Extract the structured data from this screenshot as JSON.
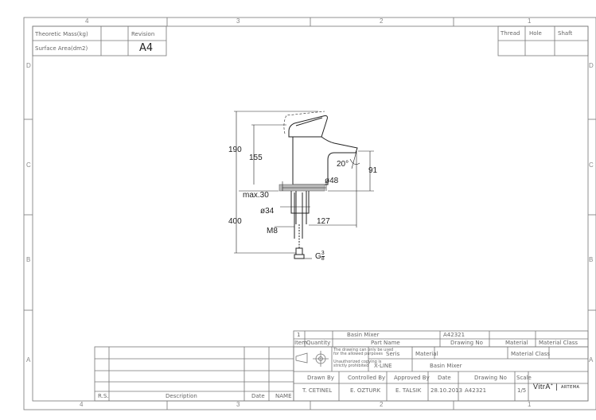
{
  "border": {
    "top_numbers": [
      "4",
      "3",
      "2",
      "1"
    ],
    "bottom_numbers": [
      "4",
      "3",
      "2",
      "1"
    ],
    "left_letters": [
      "D",
      "C",
      "B",
      "A"
    ],
    "right_letters": [
      "D",
      "C",
      "B",
      "A"
    ]
  },
  "top_left_table": {
    "theoretic_mass": "Theoretic Mass(kg)",
    "surface_area": "Surface Area(dm2)",
    "revision": "Revision",
    "sheet_size": "A4"
  },
  "top_right_table": {
    "thread": "Thread",
    "hole": "Hole",
    "shaft": "Shaft"
  },
  "dimensions": {
    "d190": "190",
    "d155": "155",
    "d20": "20°",
    "d91": "91",
    "d48": "ø48",
    "max30": "max.30",
    "d400": "400",
    "d34": "ø34",
    "d127": "127",
    "m8": "M8",
    "g38_prefix": "G",
    "g38_num": "3",
    "g38_den": "8"
  },
  "parts_list": {
    "row_index": "1",
    "row_name": "Basin Mixer",
    "row_code": "A42321",
    "item": "Item",
    "quantity": "Quantity",
    "part_name": "Part Name",
    "drawing_no": "Drawing No",
    "material": "Material",
    "material_class": "Material Class"
  },
  "title_block": {
    "note": [
      "The drawing can only be used",
      "for the allowed purposes",
      "Unauthorized copying is",
      "strictly prohibited"
    ],
    "series_label": "Seris",
    "series_value": "X-LINE",
    "material_label": "Material",
    "material_class_label": "Material Class",
    "product": "Basin Mixer",
    "drawn_by_label": "Drawn By",
    "controlled_by_label": "Controlled By",
    "approved_by_label": "Approved By",
    "date_label": "Date",
    "drawing_no_label": "Drawing No",
    "scale_label": "Scale",
    "drawn_by": "T. CETINEL",
    "controlled_by": "E. OZTURK",
    "approved_by": "E. TALSIK",
    "date": "28.10.2013",
    "drawing_no": "A42321",
    "scale": "1/5",
    "brand_vitra": "VitrA",
    "brand_artema": "ARTEMA"
  },
  "revision_block": {
    "rs": "R.S.",
    "description": "Description",
    "date": "Date",
    "name": "NAME"
  }
}
